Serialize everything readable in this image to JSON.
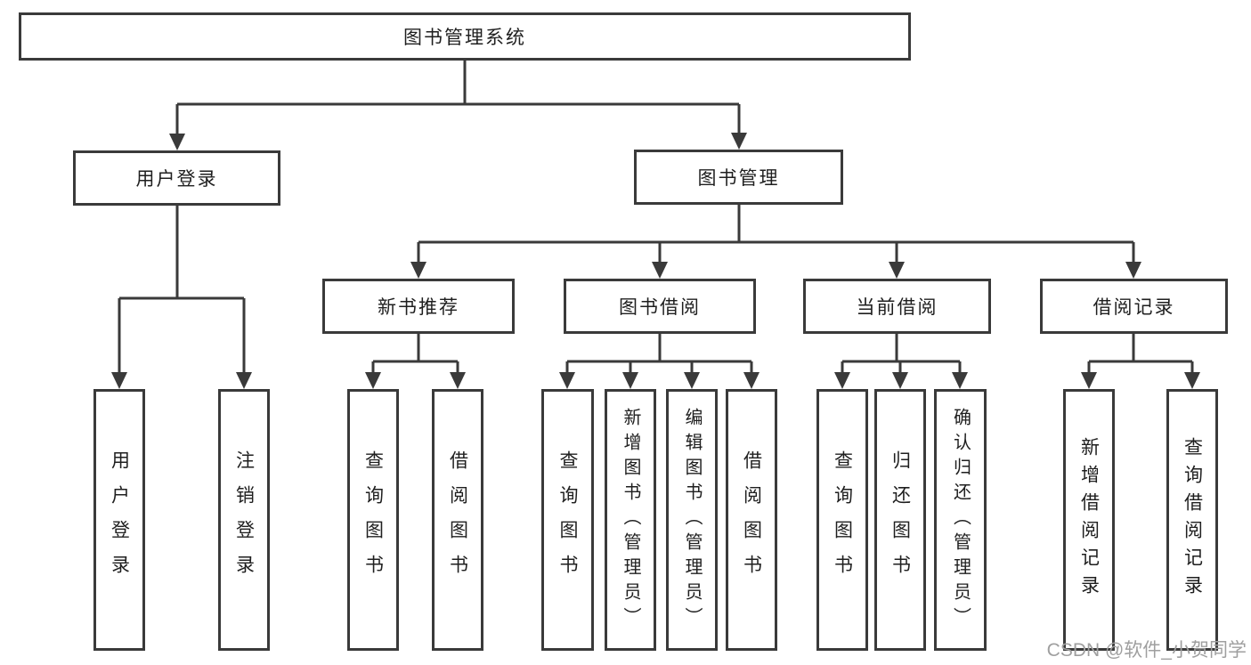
{
  "colors": {
    "line": "#3a3a3a",
    "box_border": "#3a3a3a",
    "box_fill": "#ffffff",
    "text": "#1f1f1f",
    "watermark": "#9f9f9f",
    "background": "#ffffff"
  },
  "watermark": "CSDN @软件_小贺同学",
  "tree": {
    "label": "图书管理系统",
    "children": [
      {
        "label": "用户登录",
        "children": [
          {
            "label": "用户登录"
          },
          {
            "label": "注销登录"
          }
        ]
      },
      {
        "label": "图书管理",
        "children": [
          {
            "label": "新书推荐",
            "children": [
              {
                "label": "查询图书"
              },
              {
                "label": "借阅图书"
              }
            ]
          },
          {
            "label": "图书借阅",
            "children": [
              {
                "label": "查询图书"
              },
              {
                "label": "新增图书（管理员）"
              },
              {
                "label": "编辑图书（管理员）"
              },
              {
                "label": "借阅图书"
              }
            ]
          },
          {
            "label": "当前借阅",
            "children": [
              {
                "label": "查询图书"
              },
              {
                "label": "归还图书"
              },
              {
                "label": "确认归还（管理员）"
              }
            ]
          },
          {
            "label": "借阅记录",
            "children": [
              {
                "label": "新增借阅记录"
              },
              {
                "label": "查询借阅记录"
              }
            ]
          }
        ]
      }
    ]
  }
}
